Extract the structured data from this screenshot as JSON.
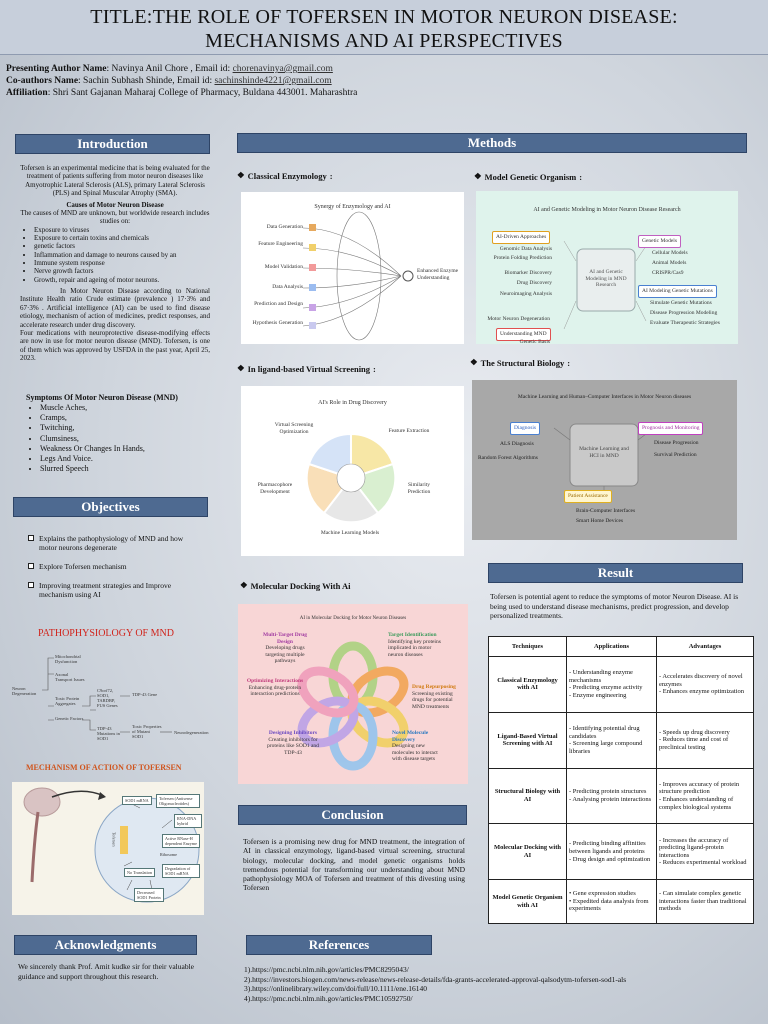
{
  "title": {
    "line1": "TITLE:THE ROLE OF TOFERSEN IN MOTOR NEURON DISEASE:",
    "line2": "MECHANISMS AND AI PERSPECTIVES"
  },
  "authors": {
    "presenting_label": "Presenting Author  Name",
    "presenting_value": ":  Navinya Anil Chore , Email id: ",
    "presenting_email": "chorenavinya@gmail.com",
    "coauthors_label": "Co-authors Name",
    "coauthors_value": ": Sachin Subhash Shinde, Email id: ",
    "coauthors_email": "sachinshinde4221@gmail.com",
    "affiliation_label": "Affiliation",
    "affiliation_value": ": Shri Sant Gajanan Maharaj College of Pharmacy, Buldana 443001. Maharashtra"
  },
  "intro": {
    "header": "Introduction",
    "p1": "Tofersen is an experimental medicine that is being evaluated for the treatment of patients suffering from motor neuron diseases like Amyotrophic Lateral Sclerosis (ALS), primary Lateral Sclerosis (PLS) and Spinal Muscular Atrophy (SMA).",
    "causes_title": "Causes of Motor Neuron Disease",
    "causes_intro": "The causes of MND are unknown, but worldwide research includes studies on:",
    "causes": [
      "Exposure to viruses",
      "Exposure to certain toxins and chemicals",
      "genetic factors",
      "Inflammation and damage to neurons caused by an",
      "Immune system response",
      "Nerve growth factors",
      "Growth, repair and ageing of motor neurons."
    ],
    "p2": "In Motor Neuron Disease according to National Institute Health ratio Crude estimate (prevalence ) 17·3% and 67·3% . Artificial intelligence (AI) can be used to find disease etiology, mechanism of action of medicines, predict responses, and accelerate research under drug discovery.",
    "p3": "Four medications with neuroprotective disease-modifying effects are now in use for motor neuron disease (MND). Tofersen, is one of them which was approved by USFDA in the past year, April 25, 2023.",
    "symptoms_title": "Symptoms Of Motor Neuron Disease (MND)",
    "symptoms": [
      "Muscle Aches,",
      "Cramps,",
      "Twitching,",
      "Clumsiness,",
      "Weakness Or Changes In Hands,",
      "Legs And Voice.",
      "Slurred Speech"
    ]
  },
  "objectives": {
    "header": "Objectives",
    "items": [
      "Explains the pathophysiology of MND and how motor neurons degenerate",
      "Explore Tofersen mechanism",
      "Improving treatment strategies and  Improve mechanism using AI"
    ]
  },
  "patho": {
    "title": "PATHOPHYSIOLOGY OF MND",
    "root": "Neuron Degeneration",
    "nodes": [
      "Mitochondrial Dysfunction",
      "Axonal Transport Issues",
      "Toxic Protein Aggregates",
      "Genetic Factors"
    ],
    "genes": [
      "C9orf72, SOD1, TARDBP, FUS Genes",
      "TDP-43 Mutations in SOD1"
    ],
    "effects": [
      "TDP-43 Gene",
      "Toxic Properties of Mutant SOD1"
    ],
    "end": "Neurodegeneration"
  },
  "moa": {
    "title": "MECHANISM OF ACTION OF TOFERSEN",
    "labels": [
      "SOD1 mRNA",
      "Tofersen (Antisense Oligonucleotides)",
      "RNA-DNA hybrid",
      "Active RNase-H dependent Enzyme",
      "Degradation of SOD1 mRNA",
      "No Translation",
      "Decreased SOD1 Protein",
      "Ribosome",
      "Tofersen"
    ]
  },
  "acknowledgments": {
    "header": "Acknowledgments",
    "text": "We sincerely thank Prof. Amit kudke sir for their valuable guidance and support throughout this research."
  },
  "methods": {
    "header": "Methods",
    "classical": {
      "label": "Classical Enzymology",
      "diagram_title": "Synergy of Enzymology and AI",
      "items": [
        "Data Generation",
        "Feature Engineering",
        "Model Validation",
        "Data Analysis",
        "Prediction and Design",
        "Hypothesis Generation"
      ],
      "center": "Enhanced Enzyme Understanding"
    },
    "genetic": {
      "label": "Model Genetic Organism",
      "diagram_title": "AI and  Genetic Modeling in Motor Neuron Disease Research",
      "left_box": "AI-Driven Approaches",
      "left_items": [
        "Genomic Data Analysis",
        "Protein Folding Prediction",
        "Biomarker Discovery",
        "Drug Discovery",
        "Neuroimaging Analysis"
      ],
      "left_box2": "Understanding MND",
      "left_items2": [
        "Motor Neuron Degeneration",
        "Genetic Basis"
      ],
      "center": "AI and Genetic Modeling in MND Research",
      "right_box": "Genetic Models",
      "right_items": [
        "Cellular Models",
        "Animal Models",
        "CRISPR/Cas9"
      ],
      "right_box2": "AI Modeling Genetic Mutations",
      "right_items2": [
        "Simulate Genetic Mutations",
        "Disease Progression Modeling",
        "Evaluate Therapeutic Strategies"
      ]
    },
    "ligand": {
      "label": "In ligand-based Virtual Screening",
      "diagram_title": "AI's Role in Drug Discovery",
      "items": [
        "Virtual Screening Optimization",
        "Feature Extraction",
        "Similarity Prediction",
        "Machine Learning Models",
        "Pharmacophore Development"
      ]
    },
    "structural": {
      "label": "The Structural Biology",
      "diagram_title": "Machine Learning and  Human–Computer Interfaces in Motor Neuron diseases",
      "diagnosis": "Diagnosis",
      "diagnosis_items": [
        "ALS Diagnosis",
        "Random Forest Algorithms"
      ],
      "center": "Machine Learning and HCI in MND",
      "progress": "Prognosis and Monitoring",
      "progress_items": [
        "Disease Progression",
        "Survival Prediction"
      ],
      "patient": "Patient Assistance",
      "patient_items": [
        "Brain-Computer Interfaces",
        "Smart Home Devices"
      ]
    },
    "docking": {
      "label": "Molecular Docking With Ai",
      "diagram_title": "AI in Molecular Docking for Motor Neuron Diseases",
      "items": [
        {
          "title": "Multi-Target Drug Design",
          "text": "Developing drugs targeting multiple pathways"
        },
        {
          "title": "Target Identification",
          "text": "Identifying key proteins implicated in motor neuron diseases"
        },
        {
          "title": "Optimizing Interactions",
          "text": "Enhancing drug-protein interaction predictions"
        },
        {
          "title": "Drug Repurposing",
          "text": "Screening existing drugs for potential MND treatments"
        },
        {
          "title": "Designing Inhibitors",
          "text": "Creating inhibitors for proteins like SOD1 and TDP-43"
        },
        {
          "title": "Novel Molecule Discovery",
          "text": "Designing new molecules to interact with disease targets"
        }
      ]
    }
  },
  "result": {
    "header": "Result",
    "text": "Tofersen is potential agent to reduce the symptoms of motor Neuron Disease. AI is being used to understand disease mechanisms, predict progression, and develop personalized treatments.",
    "table_headers": [
      "Techniques",
      "Applications",
      "Advantages"
    ],
    "rows": [
      {
        "tech": "Classical Enzymology with AI",
        "apps": "- Understanding enzyme mechanisms\n- Predicting enzyme activity\n- Enzyme engineering",
        "adv": "- Accelerates discovery of novel enzymes\n- Enhances enzyme optimization"
      },
      {
        "tech": "Ligand-Based Virtual Screening with AI",
        "apps": "- Identifying potential drug candidates\n- Screening large compound libraries",
        "adv": "- Speeds up drug discovery\n- Reduces time and cost of preclinical testing"
      },
      {
        "tech": "Structural Biology with AI",
        "apps": "- Predicting protein structures\n- Analysing protein interactions",
        "adv": "- Improves accuracy of protein structure prediction\n- Enhances understanding of complex biological systems"
      },
      {
        "tech": "Molecular Docking with AI",
        "apps": "- Predicting binding affinities between ligands and proteins\n- Drug design and optimization",
        "adv": "- Increases the accuracy of predicting ligand-protein interactions\n- Reduces experimental workload"
      },
      {
        "tech": "Model  Genetic Organism with AI",
        "apps": "•  Gene expression studies\n•  Expedited data analysis from experiments",
        "adv": "- Can simulate complex genetic interactions faster than traditional methods"
      }
    ]
  },
  "conclusion": {
    "header": "Conclusion",
    "text": "Tofersen is a promising new drug for MND treatment, the integration of AI in classical enzymology, ligand-based virtual screening, structural biology, molecular docking, and model genetic organisms holds tremendous potential for transforming our understanding about MND pathophysiology MOA  of Tofersen and treatment of this divesting using Tofersen"
  },
  "references": {
    "header": "References",
    "items": [
      "1).https://pmc.ncbi.nlm.nih.gov/articles/PMC8295043/",
      "2).https://investors.biogen.com/news-release/news-release-details/fda-grants-accelerated-approval-qalsodytm-tofersen-sod1-als",
      "3).https://onlinelibrary.wiley.com/doi/full/10.1111/ene.16140",
      "4).https://pmc.ncbi.nlm.nih.gov/articles/PMC10592750/"
    ]
  },
  "colors": {
    "header_bg": "#4e6a91",
    "title_bg": "#c7cfdb",
    "docking_bg": "#f8d6d6",
    "genetic_bg": "#dff3ec",
    "structural_bg": "#a8a8a8"
  }
}
